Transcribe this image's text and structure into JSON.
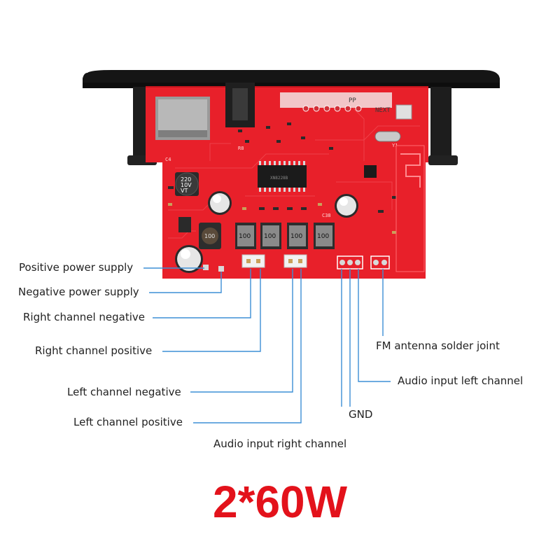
{
  "title": "2*60W",
  "colors": {
    "board": "#e8202a",
    "panel": "#1a1a1a",
    "leader": "#3d8fd6",
    "title": "#e3121b"
  },
  "board": {
    "capacitor_text": "220\n10V\nVT",
    "inductor_top": "100",
    "inductor_small": "100",
    "chip_mark": "XN8228B",
    "pp": "PP",
    "next": "NEXT"
  },
  "labels": {
    "positive_power_supply": "Positive power supply",
    "negative_power_supply": "Negative power supply",
    "right_channel_negative": "Right channel negative",
    "right_channel_positive": "Right channel positive",
    "left_channel_negative": "Left channel negative",
    "left_channel_positive": "Left channel positive",
    "audio_input_right_channel": "Audio input right channel",
    "gnd": "GND",
    "audio_input_left_channel": "Audio input left channel",
    "fm_antenna_solder_joint": "FM antenna solder joint"
  }
}
